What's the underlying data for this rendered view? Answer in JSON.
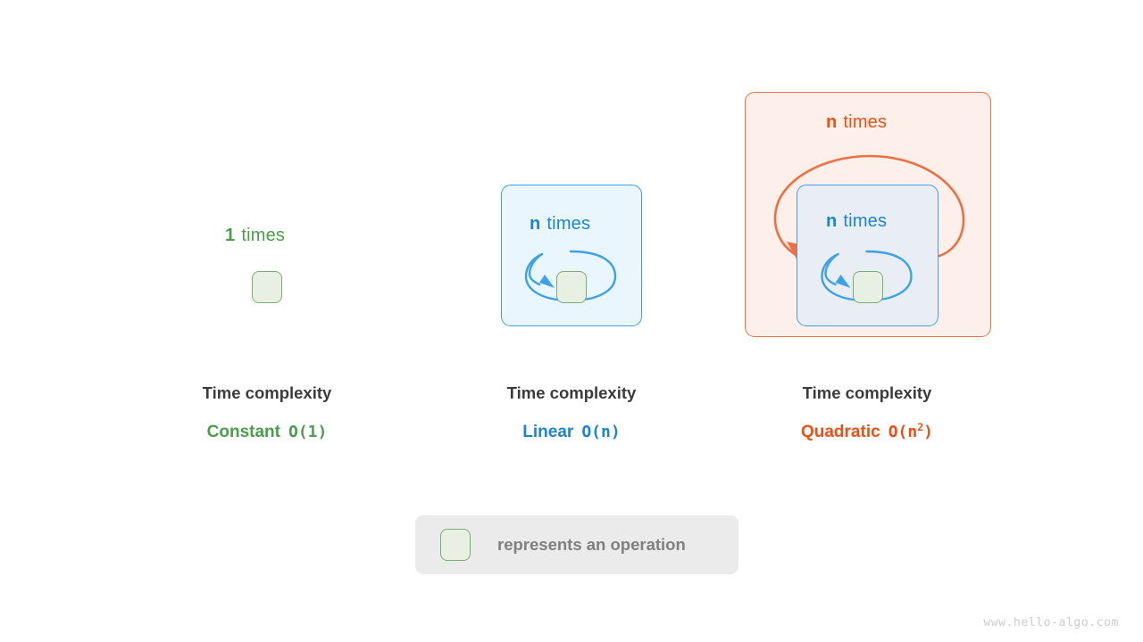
{
  "diagram": {
    "title_hidden": "",
    "columns": [
      {
        "id": "constant",
        "times_symbol": "1",
        "times_word": "times",
        "label_title": "Time complexity",
        "complexity_name": "Constant",
        "big_o": "O(1)",
        "big_o_base": "O(1)",
        "big_o_exponent": "",
        "accent_color": "#4b9e4b",
        "nesting_depth": 0
      },
      {
        "id": "linear",
        "times_symbol": "n",
        "times_word": "times",
        "label_title": "Time complexity",
        "complexity_name": "Linear",
        "big_o": "O(n)",
        "big_o_base": "O(n)",
        "big_o_exponent": "",
        "accent_color": "#1a84d6",
        "nesting_depth": 1
      },
      {
        "id": "quadratic",
        "times_symbol": "n",
        "times_word": "times",
        "inner_times_symbol": "n",
        "inner_times_word": "times",
        "label_title": "Time complexity",
        "complexity_name": "Quadratic",
        "big_o": "O(n^2)",
        "big_o_base_open": "O(",
        "big_o_base_var": "n",
        "big_o_exponent": "2",
        "big_o_base_close": ")",
        "accent_color": "#f04e13",
        "nesting_depth": 2
      }
    ]
  },
  "legend": {
    "square_name": "operation-square",
    "text": "represents an operation",
    "background_color": "#ebebeb",
    "text_color": "#808080"
  },
  "watermark": {
    "text": "www.hello-algo.com"
  },
  "colors": {
    "green_border": "#7aad71",
    "green_fill": "#e7f0e2",
    "green_text": "#4b9e4b",
    "blue_border": "#3ba1e8",
    "blue_fill": "#eaf6fd",
    "blue_fill_inner": "#e9eef4",
    "blue_text": "#1a84d6",
    "orange_border": "#ed7043",
    "orange_fill": "#fdf0ea",
    "orange_text": "#f04e13",
    "label_text": "#3b3b3b",
    "background": "#ffffff"
  }
}
